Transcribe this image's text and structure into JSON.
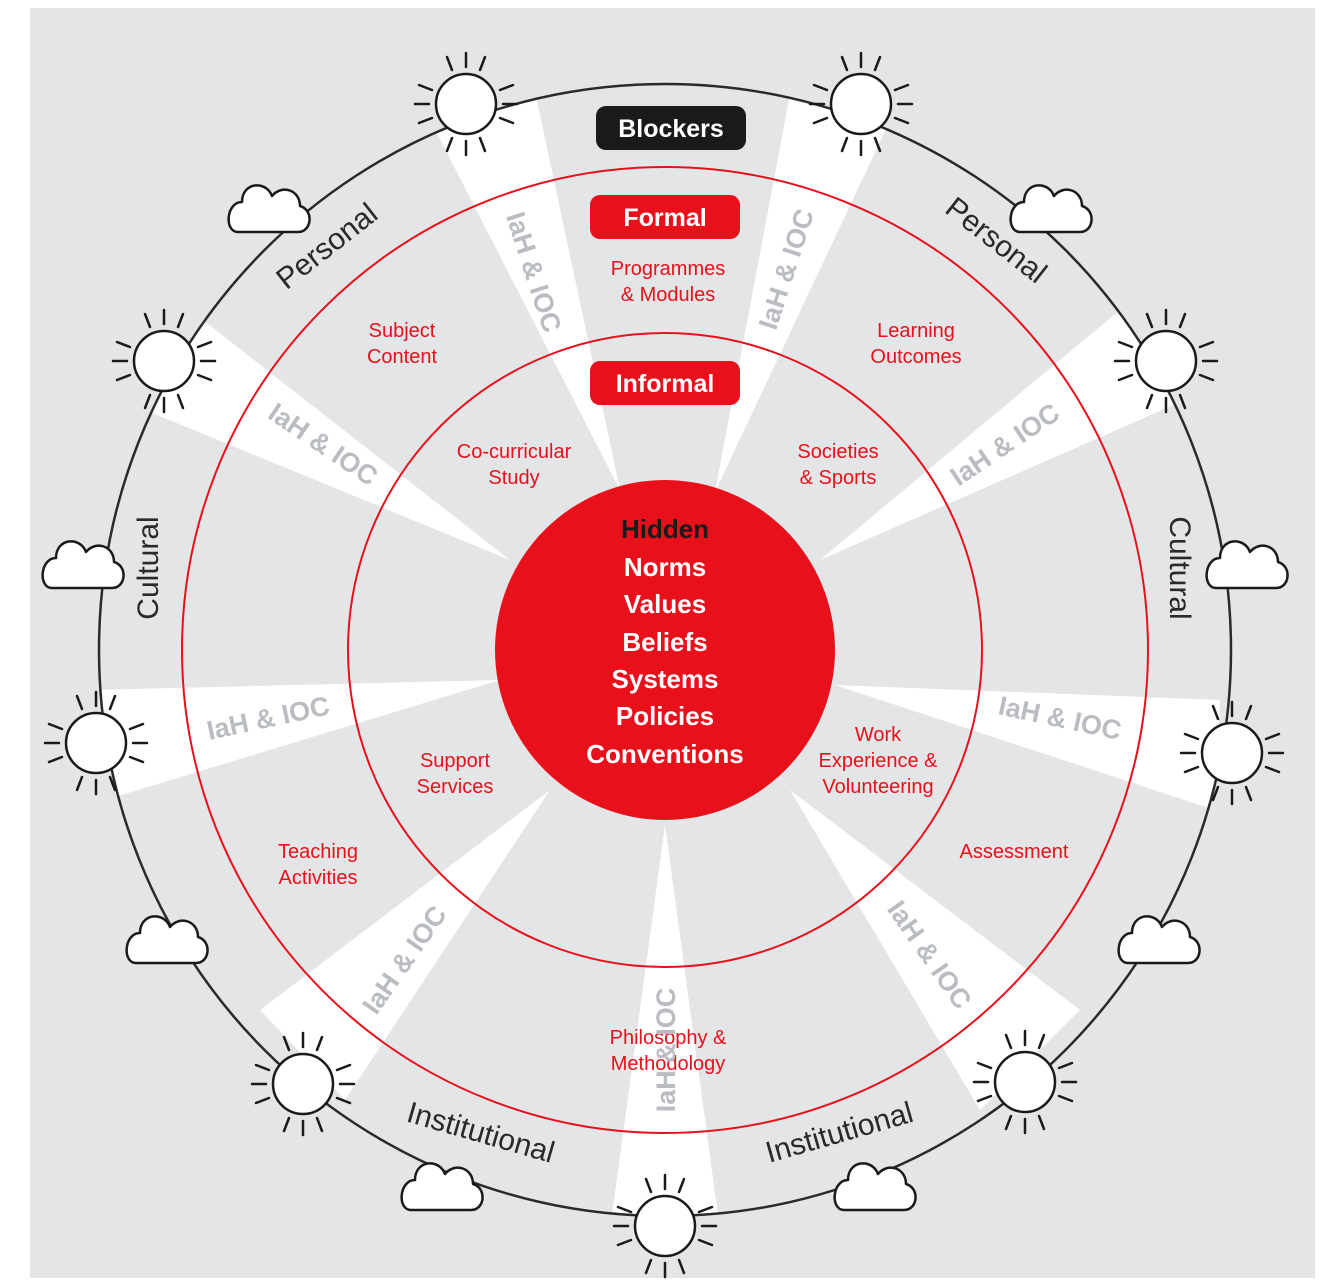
{
  "colors": {
    "background": "#e4e5e7",
    "red": "#e8101a",
    "dark": "#2a2a2a",
    "muted_text": "#b9bcc0",
    "beam": "#ffffff"
  },
  "badges": {
    "blockers": "Blockers",
    "formal": "Formal",
    "informal": "Informal"
  },
  "center": {
    "title": "Hidden",
    "items": [
      "Norms",
      "Values",
      "Beliefs",
      "Systems",
      "Policies",
      "Conventions"
    ]
  },
  "outer_labels": {
    "personal_left": "Personal",
    "personal_right": "Personal",
    "cultural_left": "Cultural",
    "cultural_right": "Cultural",
    "institutional_left": "Institutional",
    "institutional_right": "Institutional"
  },
  "beam_label": "IaH & IOC",
  "formal_items": {
    "top": [
      "Programmes",
      "& Modules"
    ],
    "top_left": [
      "Subject",
      "Content"
    ],
    "top_right": [
      "Learning",
      "Outcomes"
    ],
    "left": [
      "Teaching",
      "Activities"
    ],
    "right": [
      "Assessment"
    ],
    "bottom": [
      "Philosophy &",
      "Methodology"
    ]
  },
  "informal_items": {
    "top_left": [
      "Co-curricular",
      "Study"
    ],
    "top_right": [
      "Societies",
      "& Sports"
    ],
    "left": [
      "Support",
      "Services"
    ],
    "right": [
      "Work",
      "Experience &",
      "Volunteering"
    ]
  },
  "icons": {
    "sun": "sun-icon",
    "cloud": "cloud-icon"
  }
}
